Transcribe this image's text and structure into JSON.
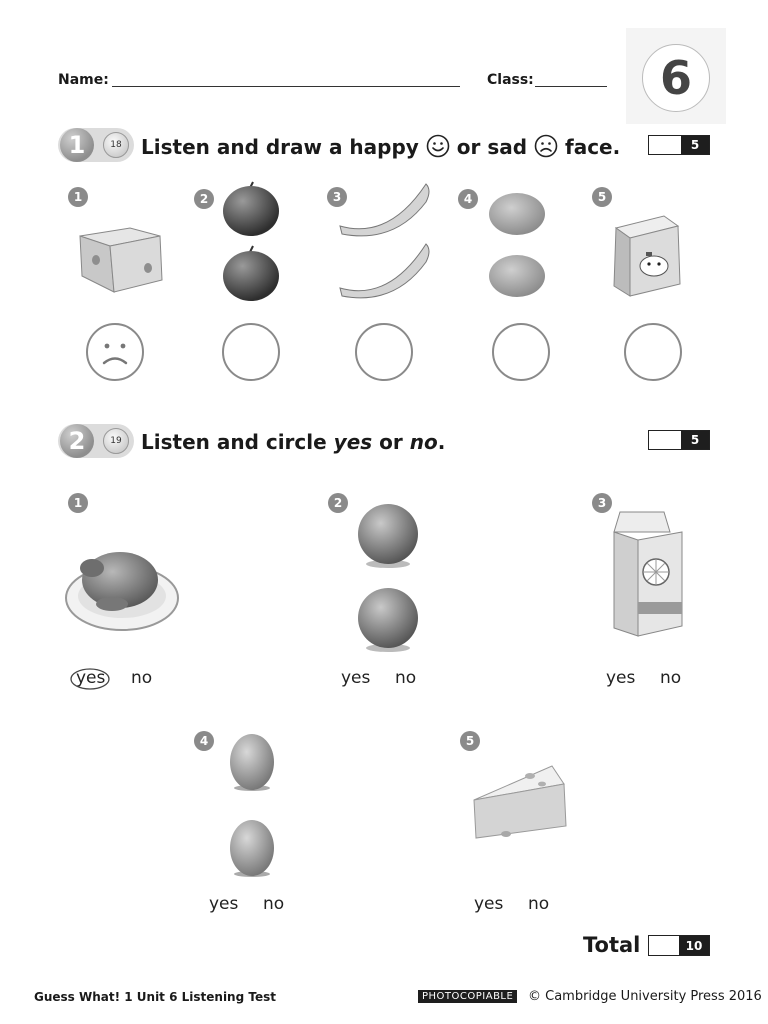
{
  "header": {
    "name_label": "Name:",
    "class_label": "Class:",
    "unit_number": "6"
  },
  "section1": {
    "number": "1",
    "track": "18",
    "instruction_pre": "Listen and draw a happy",
    "instruction_mid": "or sad",
    "instruction_post": "face.",
    "score": "5",
    "items": [
      {
        "number": "1",
        "picture": "cheese-block"
      },
      {
        "number": "2",
        "picture": "apples"
      },
      {
        "number": "3",
        "picture": "bananas"
      },
      {
        "number": "4",
        "picture": "potatoes"
      },
      {
        "number": "5",
        "picture": "milk-carton"
      }
    ]
  },
  "section2": {
    "number": "2",
    "track": "19",
    "instruction_pre": "Listen and circle",
    "instruction_yes": "yes",
    "instruction_or": "or",
    "instruction_no": "no",
    "instruction_end": ".",
    "score": "5",
    "items": [
      {
        "number": "1",
        "picture": "roast-chicken",
        "yes": "yes",
        "no": "no"
      },
      {
        "number": "2",
        "picture": "oranges",
        "yes": "yes",
        "no": "no"
      },
      {
        "number": "3",
        "picture": "juice-carton",
        "yes": "yes",
        "no": "no"
      },
      {
        "number": "4",
        "picture": "eggs",
        "yes": "yes",
        "no": "no"
      },
      {
        "number": "5",
        "picture": "cheese-wedge",
        "yes": "yes",
        "no": "no"
      }
    ]
  },
  "total": {
    "label": "Total",
    "score": "10"
  },
  "footer": {
    "title": "Guess What! 1 Unit 6 Listening Test",
    "photocopiable": "PHOTOCOPIABLE",
    "copyright": "© Cambridge University Press 2016"
  }
}
